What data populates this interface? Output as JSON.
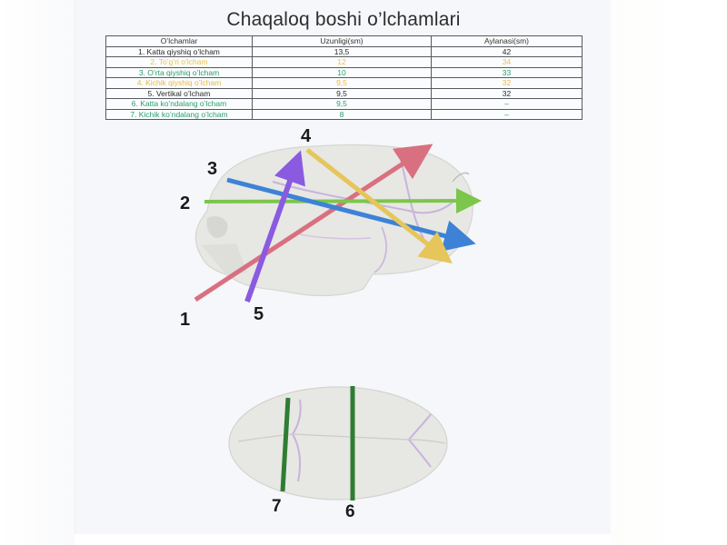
{
  "title": "Chaqaloq boshi o’lchamlari",
  "table": {
    "headers": [
      "O’lchamlar",
      "Uzunligi(sm)",
      "Aylanasi(sm)"
    ],
    "rows": [
      {
        "name": "1. Katta qiyshiq o’lcham",
        "length": "13,5",
        "circ": "42",
        "color": "#2a2a2a"
      },
      {
        "name": "2. To’g’ri o’lcham",
        "length": "12",
        "circ": "34",
        "color": "#e8c34a"
      },
      {
        "name": "3. O’rta qiyshiq o’lcham",
        "length": "10",
        "circ": "33",
        "color": "#2a9d6f"
      },
      {
        "name": "4. Kichik qiyshiq o’lcham",
        "length": "9,5",
        "circ": "32",
        "color": "#e8b84a"
      },
      {
        "name": "5. Vertikal o’lcham",
        "length": "9,5",
        "circ": "32",
        "color": "#2a2a2a"
      },
      {
        "name": "6. Katta ko’ndalang o’lcham",
        "length": "9,5",
        "circ": "–",
        "color": "#2a9d6f"
      },
      {
        "name": "7. Kichik ko’ndalang o’lcham",
        "length": "8",
        "circ": "–",
        "color": "#2a9d6f"
      }
    ]
  },
  "labels": {
    "n1": "1",
    "n2": "2",
    "n3": "3",
    "n4": "4",
    "n5": "5",
    "n6": "6",
    "n7": "7"
  },
  "colors": {
    "line1": "#d9707f",
    "line2": "#7cc64b",
    "line3": "#3d82d6",
    "line4": "#e6c55a",
    "line5": "#8a5ae0",
    "line6": "#2e7d32",
    "line7": "#2e7d32",
    "skull": "#e7e7e4",
    "suture": "#c9b3db"
  }
}
